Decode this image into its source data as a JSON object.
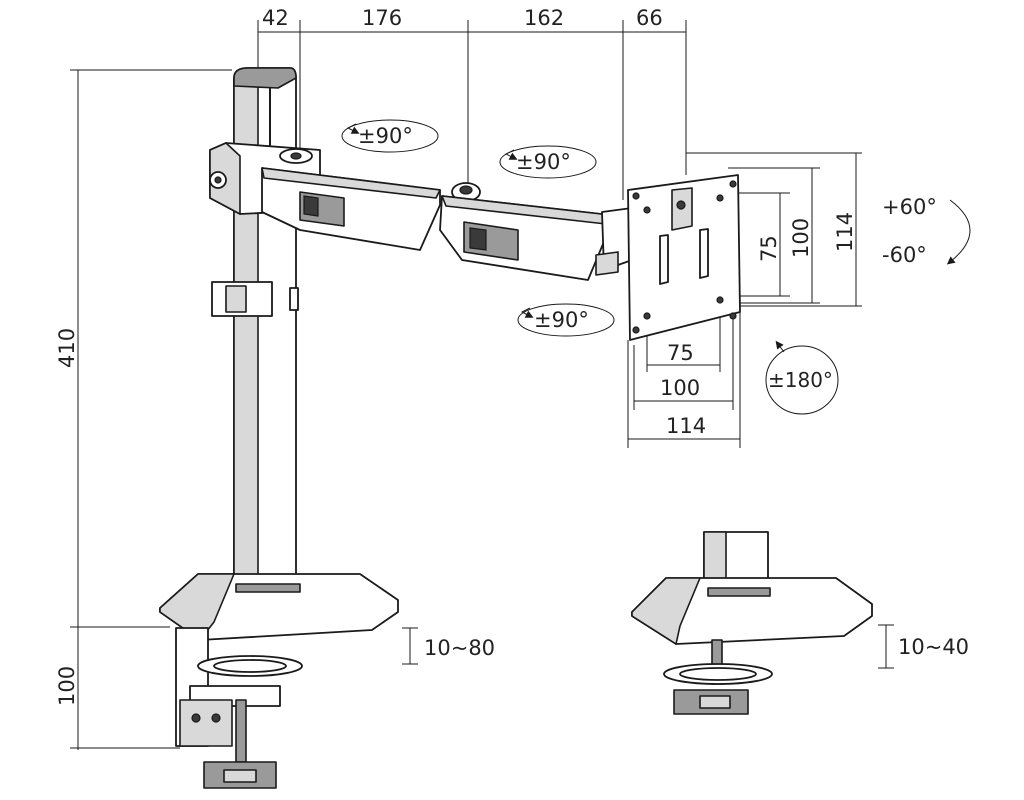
{
  "dimensions": {
    "top_42": "42",
    "top_176": "176",
    "top_162": "162",
    "top_66": "66",
    "height_410": "410",
    "clamp_100": "100",
    "desk_range_1": "10~80",
    "desk_range_2": "10~40",
    "vesa_h_75": "75",
    "vesa_h_100": "100",
    "vesa_h_114": "114",
    "vesa_v_75": "75",
    "vesa_v_100": "100",
    "vesa_v_114": "114"
  },
  "rotations": {
    "arm1_swivel": "±90°",
    "arm2_swivel": "±90°",
    "head_swivel": "±90°",
    "tilt_up": "+60°",
    "tilt_down": "-60°",
    "rotate": "±180°"
  }
}
